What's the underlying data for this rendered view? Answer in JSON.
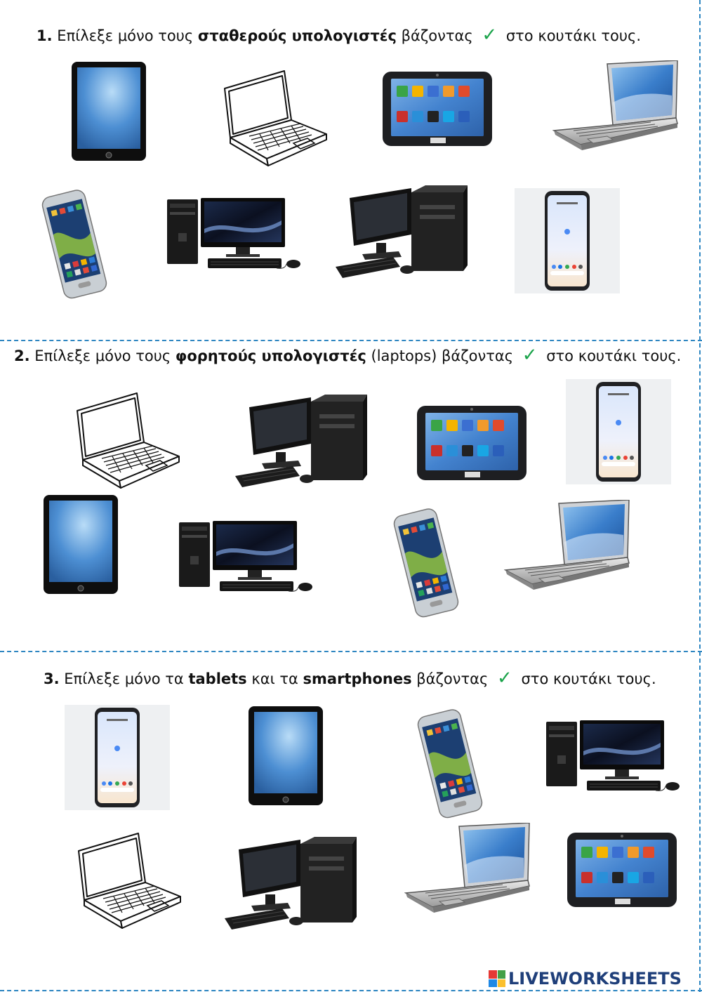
{
  "questions": [
    {
      "number": "1.",
      "pre": "Επίλεξε μόνο τους ",
      "bold": "σταθερούς υπολογιστές",
      "mid": "",
      "bold2": "",
      "post": " βάζοντας",
      "check": "✓",
      "tail": "στο κουτάκι τους."
    },
    {
      "number": "2.",
      "pre": "Επίλεξε μόνο τους ",
      "bold": "φορητούς υπολογιστές",
      "mid": " (laptops) βάζοντας",
      "bold2": "",
      "post": "",
      "check": "✓",
      "tail": "στο κουτάκι τους."
    },
    {
      "number": "3.",
      "pre": "Επίλεξε μόνο τα ",
      "bold": "tablets",
      "mid": " και τα ",
      "bold2": "smartphones",
      "post": " βάζοντας",
      "check": "✓",
      "tail": "στο κουτάκι τους."
    }
  ],
  "brand": {
    "text": "LIVEWORKSHEETS",
    "colors": [
      "#e53935",
      "#43a047",
      "#1e88e5",
      "#fbc02d"
    ]
  },
  "colors": {
    "dash": "#2e86c1",
    "check": "#1aa34a",
    "screen_blue": "#2f6fba"
  }
}
